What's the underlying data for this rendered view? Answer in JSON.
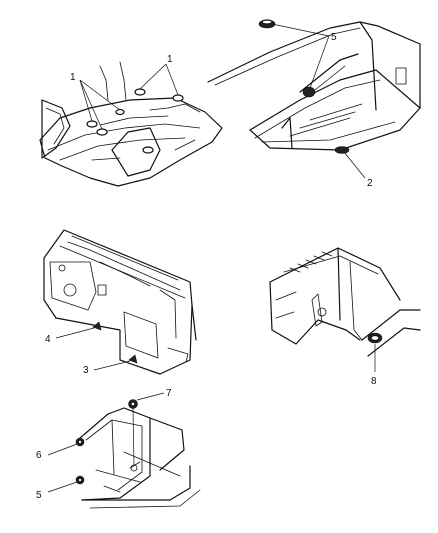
{
  "callouts": {
    "c1a": "1",
    "c1b": "1",
    "c5a": "5",
    "c2": "2",
    "c4": "4",
    "c3": "3",
    "c8": "8",
    "c7": "7",
    "c6": "6",
    "c5b": "5"
  }
}
